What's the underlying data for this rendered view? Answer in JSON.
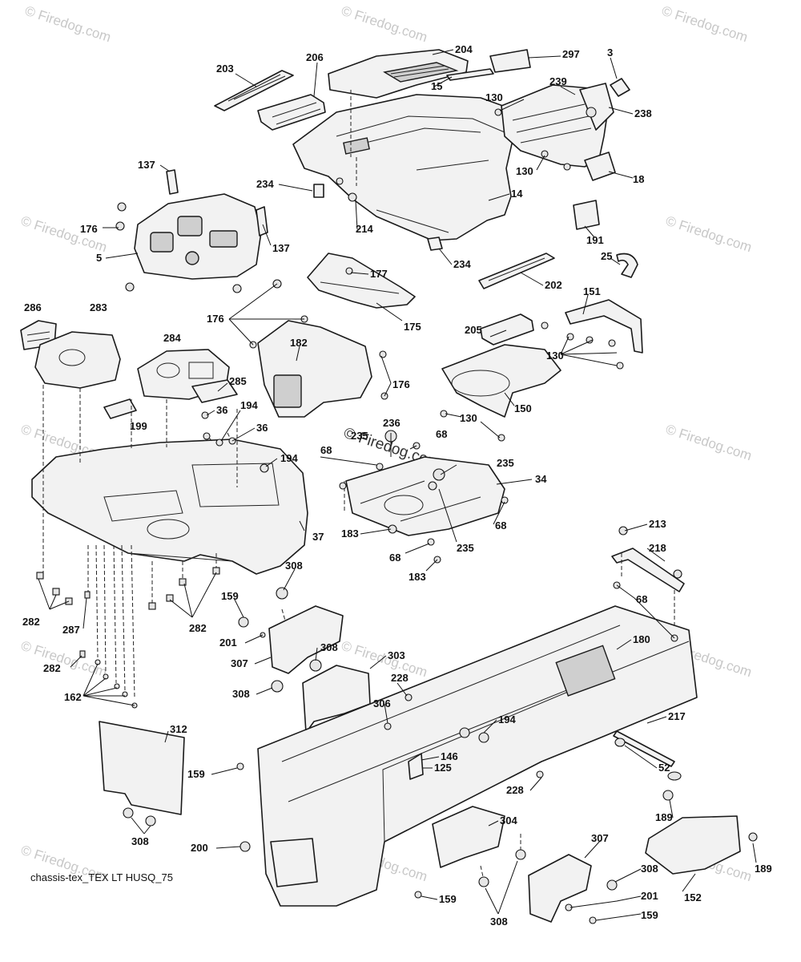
{
  "caption": "chassis-tex_TEX LT HUSQ_75",
  "watermark": "© Firedog.com",
  "center_watermark": "© Firedog.com",
  "labels": [
    {
      "id": "l203",
      "text": "203"
    },
    {
      "id": "l206",
      "text": "206"
    },
    {
      "id": "l204",
      "text": "204"
    },
    {
      "id": "l297",
      "text": "297"
    },
    {
      "id": "l3",
      "text": "3"
    },
    {
      "id": "l15",
      "text": "15"
    },
    {
      "id": "l239",
      "text": "239"
    },
    {
      "id": "l130a",
      "text": "130"
    },
    {
      "id": "l238",
      "text": "238"
    },
    {
      "id": "l130b",
      "text": "130"
    },
    {
      "id": "l18",
      "text": "18"
    },
    {
      "id": "l137a",
      "text": "137"
    },
    {
      "id": "l234a",
      "text": "234"
    },
    {
      "id": "l14",
      "text": "14"
    },
    {
      "id": "l176a",
      "text": "176"
    },
    {
      "id": "l214",
      "text": "214"
    },
    {
      "id": "l137b",
      "text": "137"
    },
    {
      "id": "l191",
      "text": "191"
    },
    {
      "id": "l5",
      "text": "5"
    },
    {
      "id": "l234b",
      "text": "234"
    },
    {
      "id": "l25",
      "text": "25"
    },
    {
      "id": "l177",
      "text": "177"
    },
    {
      "id": "l202",
      "text": "202"
    },
    {
      "id": "l151",
      "text": "151"
    },
    {
      "id": "l176b",
      "text": "176"
    },
    {
      "id": "l175",
      "text": "175"
    },
    {
      "id": "l286",
      "text": "286"
    },
    {
      "id": "l283",
      "text": "283"
    },
    {
      "id": "l284",
      "text": "284"
    },
    {
      "id": "l182",
      "text": "182"
    },
    {
      "id": "l205",
      "text": "205"
    },
    {
      "id": "l130c",
      "text": "130"
    },
    {
      "id": "l176c",
      "text": "176"
    },
    {
      "id": "l285",
      "text": "285"
    },
    {
      "id": "l150",
      "text": "150"
    },
    {
      "id": "l194a",
      "text": "194"
    },
    {
      "id": "l36a",
      "text": "36"
    },
    {
      "id": "l199",
      "text": "199"
    },
    {
      "id": "l36b",
      "text": "36"
    },
    {
      "id": "l130d",
      "text": "130"
    },
    {
      "id": "l236",
      "text": "236"
    },
    {
      "id": "l235a",
      "text": "235"
    },
    {
      "id": "l68a",
      "text": "68"
    },
    {
      "id": "l194b",
      "text": "194"
    },
    {
      "id": "l68b",
      "text": "68"
    },
    {
      "id": "l235b",
      "text": "235"
    },
    {
      "id": "l34",
      "text": "34"
    },
    {
      "id": "l37",
      "text": "37"
    },
    {
      "id": "l68c",
      "text": "68"
    },
    {
      "id": "l183a",
      "text": "183"
    },
    {
      "id": "l235c",
      "text": "235"
    },
    {
      "id": "l68d",
      "text": "68"
    },
    {
      "id": "l213",
      "text": "213"
    },
    {
      "id": "l218",
      "text": "218"
    },
    {
      "id": "l183b",
      "text": "183"
    },
    {
      "id": "l308a",
      "text": "308"
    },
    {
      "id": "l68e",
      "text": "68"
    },
    {
      "id": "l282a",
      "text": "282"
    },
    {
      "id": "l282b",
      "text": "282"
    },
    {
      "id": "l159a",
      "text": "159"
    },
    {
      "id": "l287",
      "text": "287"
    },
    {
      "id": "l201a",
      "text": "201"
    },
    {
      "id": "l180",
      "text": "180"
    },
    {
      "id": "l282c",
      "text": "282"
    },
    {
      "id": "l307a",
      "text": "307"
    },
    {
      "id": "l308b",
      "text": "308"
    },
    {
      "id": "l303",
      "text": "303"
    },
    {
      "id": "l162",
      "text": "162"
    },
    {
      "id": "l308c",
      "text": "308"
    },
    {
      "id": "l228a",
      "text": "228"
    },
    {
      "id": "l306",
      "text": "306"
    },
    {
      "id": "l217",
      "text": "217"
    },
    {
      "id": "l194c",
      "text": "194"
    },
    {
      "id": "l312",
      "text": "312"
    },
    {
      "id": "l146",
      "text": "146"
    },
    {
      "id": "l125",
      "text": "125"
    },
    {
      "id": "l52",
      "text": "52"
    },
    {
      "id": "l159b",
      "text": "159"
    },
    {
      "id": "l228b",
      "text": "228"
    },
    {
      "id": "l189a",
      "text": "189"
    },
    {
      "id": "l304",
      "text": "304"
    },
    {
      "id": "l308d",
      "text": "308"
    },
    {
      "id": "l307b",
      "text": "307"
    },
    {
      "id": "l200",
      "text": "200"
    },
    {
      "id": "l189b",
      "text": "189"
    },
    {
      "id": "l308e",
      "text": "308"
    },
    {
      "id": "l201b",
      "text": "201"
    },
    {
      "id": "l152",
      "text": "152"
    },
    {
      "id": "l159c",
      "text": "159"
    },
    {
      "id": "l308f",
      "text": "308"
    },
    {
      "id": "l159d",
      "text": "159"
    }
  ]
}
